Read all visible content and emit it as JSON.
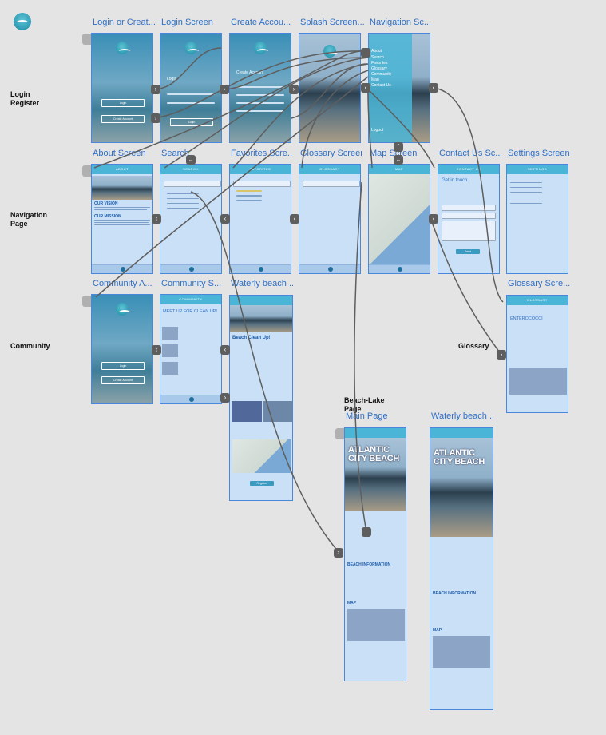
{
  "row_labels": {
    "login_register": "Login\nRegister",
    "navigation_page": "Navigation\nPage",
    "community": "Community",
    "glossary": "Glossary",
    "beach_lake_page": "Beach-Lake\nPage"
  },
  "frames": {
    "login_or_create": {
      "title": "Login or Creat..."
    },
    "login_screen": {
      "title": "Login Screen"
    },
    "create_account": {
      "title": "Create Accou..."
    },
    "splash_screen": {
      "title": "Splash Screen..."
    },
    "navigation_screen": {
      "title": "Navigation Sc..."
    },
    "about_screen": {
      "title": "About Screen"
    },
    "search": {
      "title": "Search"
    },
    "favorites_screen": {
      "title": "Favorites Scre..."
    },
    "glossary_screen_top": {
      "title": "Glossary Screen"
    },
    "map_screen": {
      "title": "Map Screen"
    },
    "contact_us_screen": {
      "title": "Contact Us Sc..."
    },
    "settings_screen": {
      "title": "Settings Screen"
    },
    "community_a": {
      "title": "Community A..."
    },
    "community_s": {
      "title": "Community S..."
    },
    "waterly_beach_top": {
      "title": "Waterly beach ..."
    },
    "glossary_screen_bottom": {
      "title": "Glossary Scre..."
    },
    "main_page": {
      "title": "Main Page"
    },
    "waterly_beach_bottom": {
      "title": "Waterly beach ..."
    }
  },
  "screens": {
    "login_button": "Login",
    "create_account_button": "Create Account",
    "login_title": "Login",
    "create_title": "Create Account",
    "nav_menu": [
      "About",
      "Search",
      "Favorites",
      "Glossary",
      "Community",
      "Map",
      "Contact Us"
    ],
    "nav_logout": "Logout",
    "about_header": "ABOUT",
    "search_header": "SEARCH",
    "favorites_header": "FAVORITES",
    "glossary_header": "GLOSSARY",
    "map_header": "MAP",
    "contact_header": "CONTACT US",
    "settings_header": "SETTINGS",
    "community_header": "COMMUNITY",
    "meetup_title": "MEET UP FOR CLEAN UP!",
    "contact_title": "Get in touch",
    "send_button": "Send",
    "beach_cleanup": "Beach Clean Up!",
    "register_button": "Register",
    "enterococci": "ENTEROCOCCI",
    "atlantic_city": "ATLANTIC\nCITY BEACH",
    "beach_info": "BEACH INFORMATION",
    "map_label": "MAP",
    "about_our_vision": "OUR VISION",
    "about_our_mission": "OUR MISSION"
  },
  "colors": {
    "canvas": "#e4e4e4",
    "frame_border": "#4a86d9",
    "title_blue": "#2f6fc6",
    "header_teal": "#4ab5d6",
    "connector": "#5e5e5e"
  }
}
